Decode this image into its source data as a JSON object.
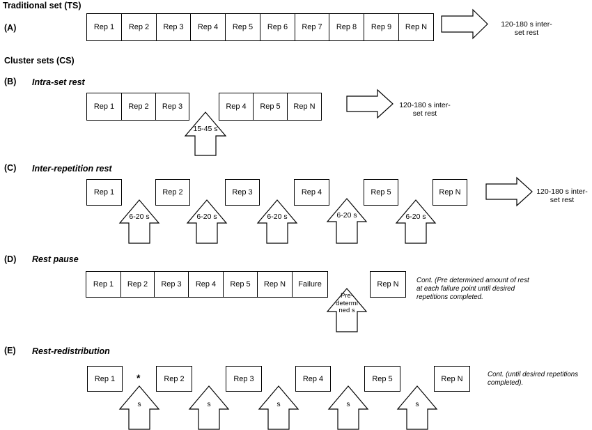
{
  "headings": {
    "traditional": "Traditional set (TS)",
    "cluster": "Cluster sets (CS)"
  },
  "sections": {
    "A": {
      "letter": "(A)"
    },
    "B": {
      "letter": "(B)",
      "title": "Intra-set rest"
    },
    "C": {
      "letter": "(C)",
      "title": "Inter-repetition rest"
    },
    "D": {
      "letter": "(D)",
      "title": "Rest pause"
    },
    "E": {
      "letter": "(E)",
      "title": "Rest-redistribution"
    }
  },
  "rep_labels": {
    "rep1": "Rep 1",
    "rep2": "Rep 2",
    "rep3": "Rep 3",
    "rep4": "Rep 4",
    "rep5": "Rep 5",
    "rep6": "Rep 6",
    "rep7": "Rep 7",
    "rep8": "Rep 8",
    "rep9": "Rep 9",
    "repN": "Rep N",
    "failure": "Failure"
  },
  "rest_labels": {
    "inter_set_line1": "120-180 s inter-",
    "inter_set_line2": "set rest",
    "intra": "15-45 s",
    "inter_rep": "6-20 s",
    "pre_line1": "Pre-",
    "pre_line2": "determi",
    "pre_line3": "ned s",
    "redistrib": "s"
  },
  "continuation": {
    "D_line1": "Cont. (Pre determined amount of rest",
    "D_line2": "at each failure point until desired",
    "D_line3": "repetitions completed.",
    "E_line1": "Cont. (until desired repetitions",
    "E_line2": "completed)."
  },
  "marker": "*"
}
